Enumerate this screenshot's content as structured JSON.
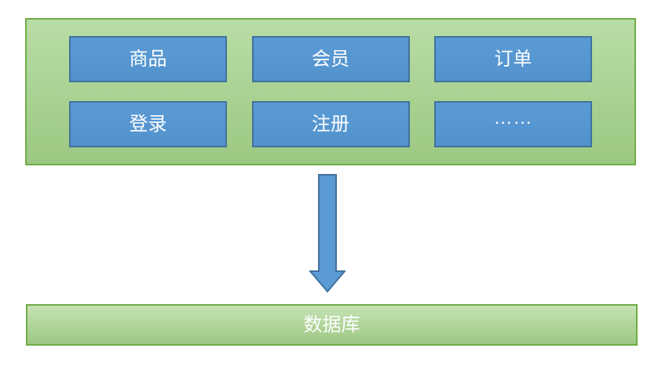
{
  "colors": {
    "green-border": "#70AD47",
    "green-top": "#b9dda6",
    "green-bottom": "#9cc882",
    "db-top": "#c6e2b5",
    "db-bottom": "#9cc882",
    "blue-fill": "#5B9BD5",
    "blue-fill-dark": "#5292cd",
    "blue-border": "#41719C",
    "label-text": "#FFFFFF"
  },
  "app_layer": {
    "modules": [
      {
        "label": "商品"
      },
      {
        "label": "会员"
      },
      {
        "label": "订单"
      },
      {
        "label": "登录"
      },
      {
        "label": "注册"
      },
      {
        "label": "……"
      }
    ]
  },
  "arrow": {
    "direction": "down"
  },
  "database": {
    "label": "数据库"
  }
}
